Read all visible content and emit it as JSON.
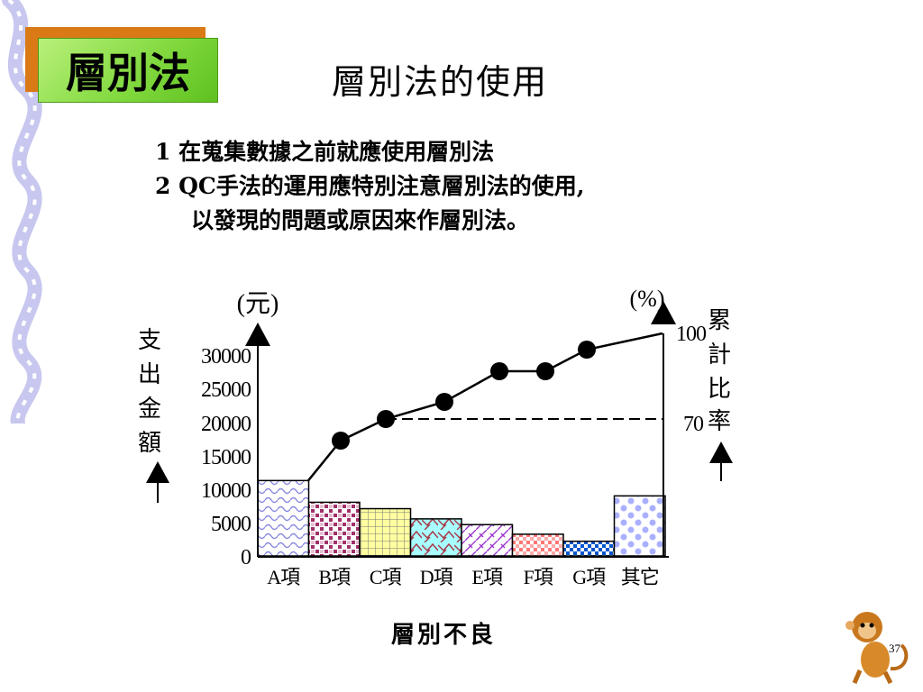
{
  "slide": {
    "badge": "層別法",
    "heading": "層別法的使用",
    "bullets": [
      "1  在蒐集數據之前就應使用層別法",
      "2  QC手法的運用應特別注意層別法的使用,",
      "以發現的問題或原因來作層別法。"
    ],
    "caption": "層別不良",
    "page_number": "37"
  },
  "chart_data": {
    "type": "bar",
    "left_unit": "(元)",
    "right_unit": "(%)",
    "left_axis_label": [
      "支",
      "出",
      "金",
      "額"
    ],
    "right_axis_label": [
      "累",
      "計",
      "比",
      "率"
    ],
    "left_ticks": [
      "0",
      "5000",
      "10000",
      "15000",
      "20000",
      "25000",
      "30000"
    ],
    "right_ticks": [
      "70",
      "100"
    ],
    "ylim": [
      0,
      33000
    ],
    "categories": [
      "A項",
      "B項",
      "C項",
      "D項",
      "E項",
      "F項",
      "G項",
      "其它"
    ],
    "values": [
      11800,
      8400,
      7400,
      5800,
      4900,
      3400,
      2300,
      9400
    ],
    "cumulative_points": [
      {
        "x": 378,
        "y": 489
      },
      {
        "x": 428,
        "y": 465
      },
      {
        "x": 493,
        "y": 446
      },
      {
        "x": 554,
        "y": 412
      },
      {
        "x": 605,
        "y": 412
      },
      {
        "x": 651,
        "y": 388
      },
      {
        "x": 735,
        "y": 370
      }
    ],
    "colors": {
      "bar_fill_hint": [
        "#ccccff",
        "#aa3366",
        "#ffff99",
        "#99ffff",
        "#cc99ff",
        "#ff9999",
        "#0066cc",
        "#99aaff"
      ]
    }
  }
}
